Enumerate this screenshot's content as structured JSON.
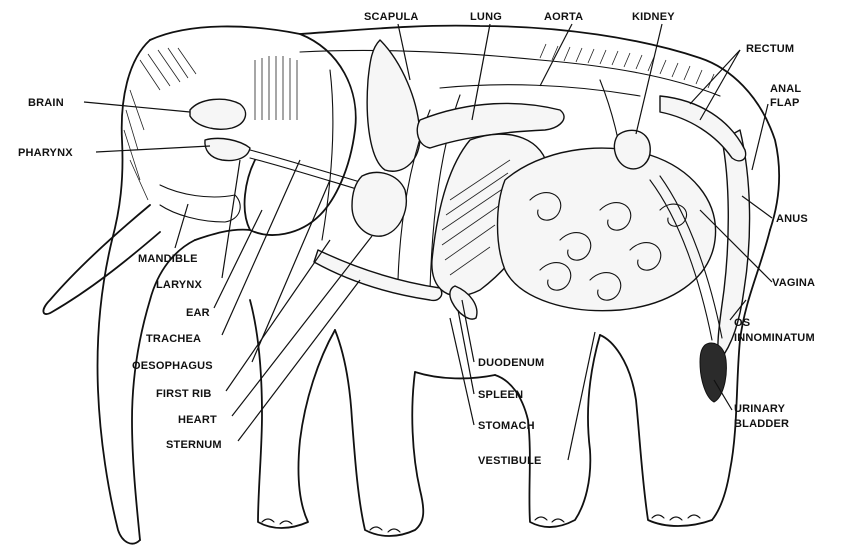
{
  "diagram": {
    "labels": {
      "brain": "BRAIN",
      "pharynx": "PHARYNX",
      "mandible": "MANDIBLE",
      "larynx": "LARYNX",
      "ear": "EAR",
      "trachea": "TRACHEA",
      "oesophagus": "OESOPHAGUS",
      "first_rib": "FIRST RIB",
      "heart": "HEART",
      "sternum": "STERNUM",
      "scapula": "SCAPULA",
      "lung": "LUNG",
      "aorta": "AORTA",
      "kidney": "KIDNEY",
      "rectum": "RECTUM",
      "anal_flap_1": "ANAL",
      "anal_flap_2": "FLAP",
      "anus": "ANUS",
      "vagina": "VAGINA",
      "os_innominatum_1": "OS",
      "os_innominatum_2": "INNOMINATUM",
      "urinary_bladder_1": "URINARY",
      "urinary_bladder_2": "BLADDER",
      "duodenum": "DUODENUM",
      "spleen": "SPLEEN",
      "stomach": "STOMACH",
      "vestibule": "VESTIBULE"
    }
  }
}
